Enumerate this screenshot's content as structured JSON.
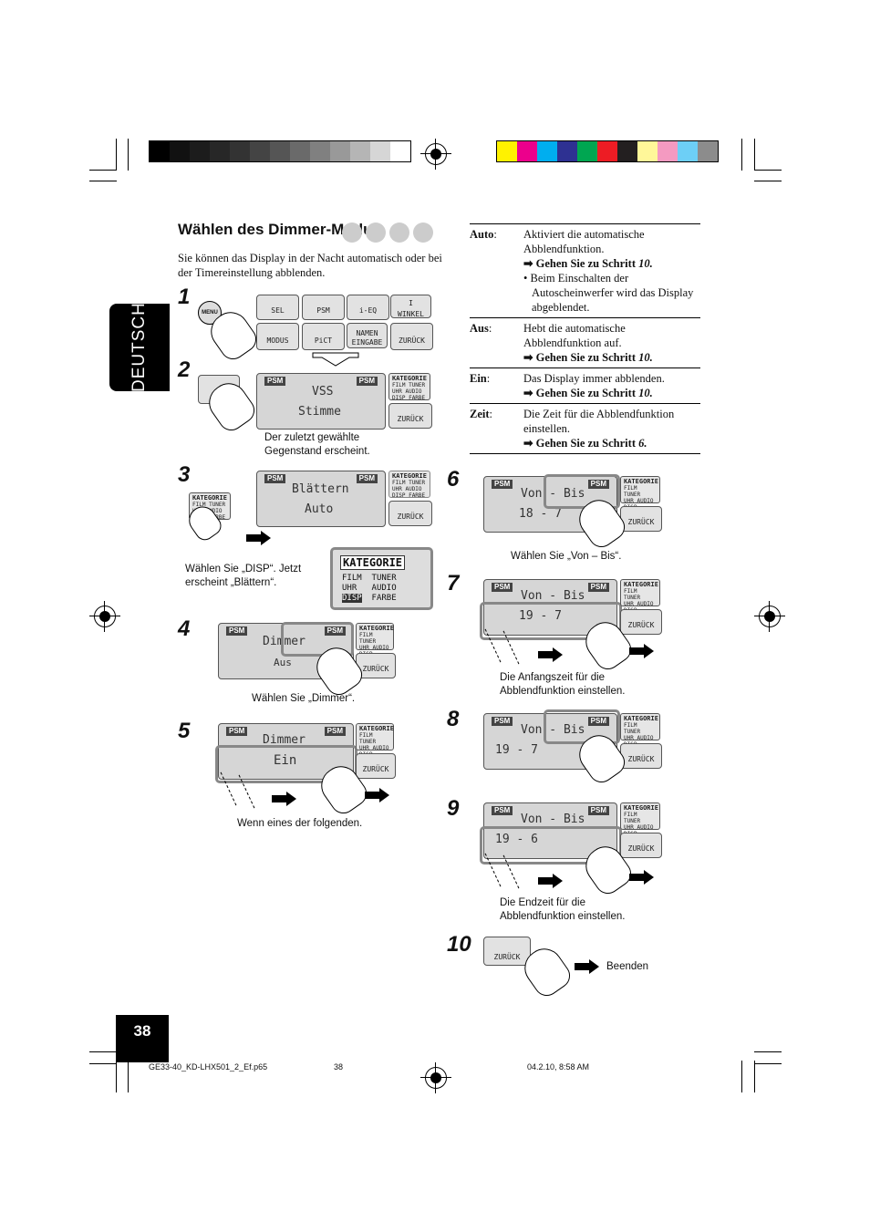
{
  "colors": {
    "grayscale_bar": [
      "#000000",
      "#111111",
      "#1c1c1c",
      "#272727",
      "#333333",
      "#444444",
      "#555555",
      "#6a6a6a",
      "#808080",
      "#999999",
      "#b5b5b5",
      "#d6d6d6",
      "#ffffff"
    ],
    "color_bar": [
      "#fff200",
      "#ec008c",
      "#00aeef",
      "#2e3192",
      "#00a651",
      "#ed1c24",
      "#231f20",
      "#fff799",
      "#f49ac1",
      "#6dcff6",
      "#8c8c8c"
    ]
  },
  "side_tab": "DEUTSCH",
  "page_number": "38",
  "heading": "Wählen des Dimmer-Modus",
  "intro": "Sie können das Display in der Nacht automatisch oder bei der Timereinstellung abblenden.",
  "steps": [
    "1",
    "2",
    "3",
    "4",
    "5",
    "6",
    "7",
    "8",
    "9",
    "10"
  ],
  "step1": {
    "menu_button": "MENU",
    "buttons": [
      "SEL",
      "PSM",
      "i-EQ",
      "WINKEL",
      "MODUS",
      "PiCT",
      "NAMEN EINGABE",
      "ZURÜCK"
    ],
    "winkel_icon_label": "I"
  },
  "step2": {
    "psm_button": "PSM",
    "display_top": "VSS",
    "display_bottom": "Stimme",
    "caption": "Der zuletzt gewählte Gegenstand erscheint."
  },
  "step3": {
    "display_top": "Blättern",
    "display_bottom": "Auto",
    "zoom_title": "KATEGORIE",
    "zoom_items": [
      "FILM",
      "TUNER",
      "UHR",
      "AUDIO",
      "DISP",
      "FARBE"
    ],
    "caption": "Wählen Sie „DISP“. Jetzt erscheint „Blättern“."
  },
  "step4": {
    "display_top": "Dimmer",
    "display_bottom": "Aus",
    "caption": "Wählen Sie „Dimmer“."
  },
  "step5": {
    "display_top": "Dimmer",
    "display_bottom": "Ein",
    "caption": "Wenn eines der folgenden."
  },
  "step6": {
    "display_top": "Von - Bis",
    "display_bottom": "18 - 7",
    "caption": "Wählen Sie „Von – Bis“."
  },
  "step7": {
    "display_top": "Von - Bis",
    "display_bottom": "19 - 7",
    "caption": "Die Anfangszeit für die Abblendfunktion einstellen."
  },
  "step8": {
    "display_top": "Von - Bis",
    "display_bottom": "19 - 7"
  },
  "step9": {
    "display_top": "Von - Bis",
    "display_bottom": "19 - 6",
    "caption": "Die Endzeit für die Abblendfunktion einstellen."
  },
  "step10": {
    "button": "ZURÜCK",
    "caption": "Beenden"
  },
  "common": {
    "psm": "PSM",
    "kategorie": "KATEGORIE",
    "kat_items": [
      "FILM",
      "TUNER",
      "UHR",
      "AUDIO",
      "DISP",
      "FARBE"
    ],
    "zurueck": "ZURÜCK"
  },
  "table": [
    {
      "key": "Auto",
      "text": "Aktiviert die automatische Abblendfunktion.",
      "goto": "Gehen Sie zu Schritt",
      "goto_step": "10.",
      "note": "Beim Einschalten der Autoscheinwerfer wird das Display abgeblendet."
    },
    {
      "key": "Aus",
      "text": "Hebt die automatische Abblendfunktion auf.",
      "goto": "Gehen Sie zu Schritt",
      "goto_step": "10."
    },
    {
      "key": "Ein",
      "text": "Das Display immer abblenden.",
      "goto": "Gehen Sie zu Schritt",
      "goto_step": "10."
    },
    {
      "key": "Zeit",
      "text": "Die Zeit für die Abblendfunktion einstellen.",
      "goto": "Gehen Sie zu Schritt",
      "goto_step": "6."
    }
  ],
  "footer": {
    "file": "GE33-40_KD-LHX501_2_Ef.p65",
    "page": "38",
    "date": "04.2.10, 8:58 AM"
  }
}
